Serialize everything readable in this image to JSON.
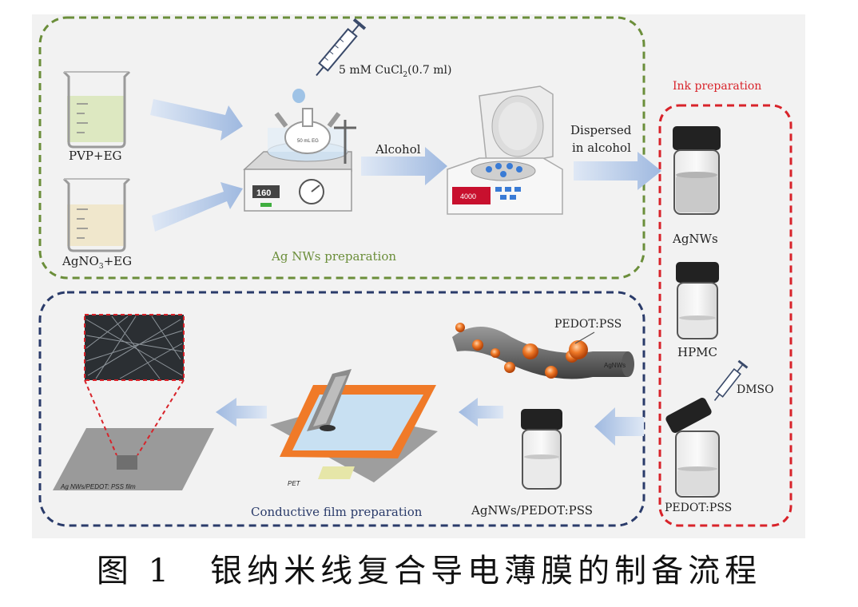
{
  "labels": {
    "pvp": "PVP+EG",
    "agno3": "AgNO",
    "agno3_sub": "3",
    "agno3_tail": "+EG",
    "cucl_a": "5 mM CuCl",
    "cucl_sub": "2",
    "cucl_b": "(0.7 ml)",
    "alcohol": "Alcohol",
    "dispersed_1": "Dispersed",
    "dispersed_2": "in alcohol",
    "agnw_prep": "Ag NWs preparation",
    "ink_prep": "Ink preparation",
    "agnws": "AgNWs",
    "hpmc": "HPMC",
    "dmso": "DMSO",
    "pedot_bottle": "PEDOT:PSS",
    "pedot_wire": "PEDOT:PSS",
    "agnws_wire": "AgNWs",
    "mix": "AgNWs/PEDOT:PSS",
    "film_prep": "Conductive film preparation",
    "film_label": "Ag NWs/PEDOT: PSS film",
    "pet": "PET",
    "temp": "160",
    "flask": "50 mL EG",
    "centrifuge_display": "4000"
  },
  "caption": "图 1　银纳米线复合导电薄膜的制备流程",
  "colors": {
    "green_box": "#6b8e3a",
    "red_box": "#d8232a",
    "navy_box": "#2a3b6a",
    "arrow": "#a9c1e3",
    "orange_frame": "#f07a28"
  }
}
